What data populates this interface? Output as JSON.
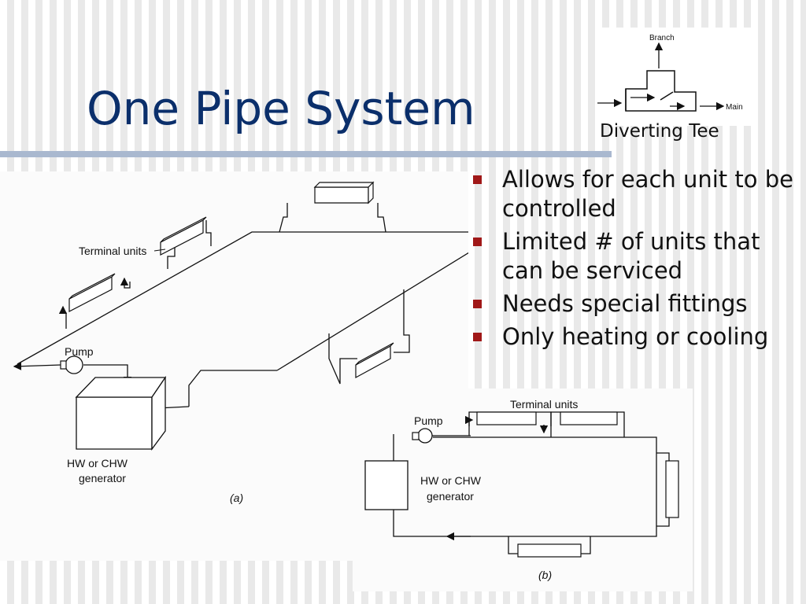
{
  "slide": {
    "title": "One Pipe System",
    "tee_caption": "Diverting Tee"
  },
  "tee_diagram": {
    "branch_label": "Branch",
    "main_label": "Main"
  },
  "bullets": [
    "Allows for each unit to be controlled",
    "Limited # of units that can be serviced",
    "Needs special fittings",
    "Only heating or cooling"
  ],
  "figure_a": {
    "terminal_units_label": "Terminal units",
    "pump_label": "Pump",
    "generator_line1": "HW or CHW",
    "generator_line2": "generator",
    "caption": "(a)"
  },
  "figure_b": {
    "pump_label": "Pump",
    "terminal_units_label": "Terminal units",
    "generator_line1": "HW or CHW",
    "generator_line2": "generator",
    "caption": "(b)"
  }
}
